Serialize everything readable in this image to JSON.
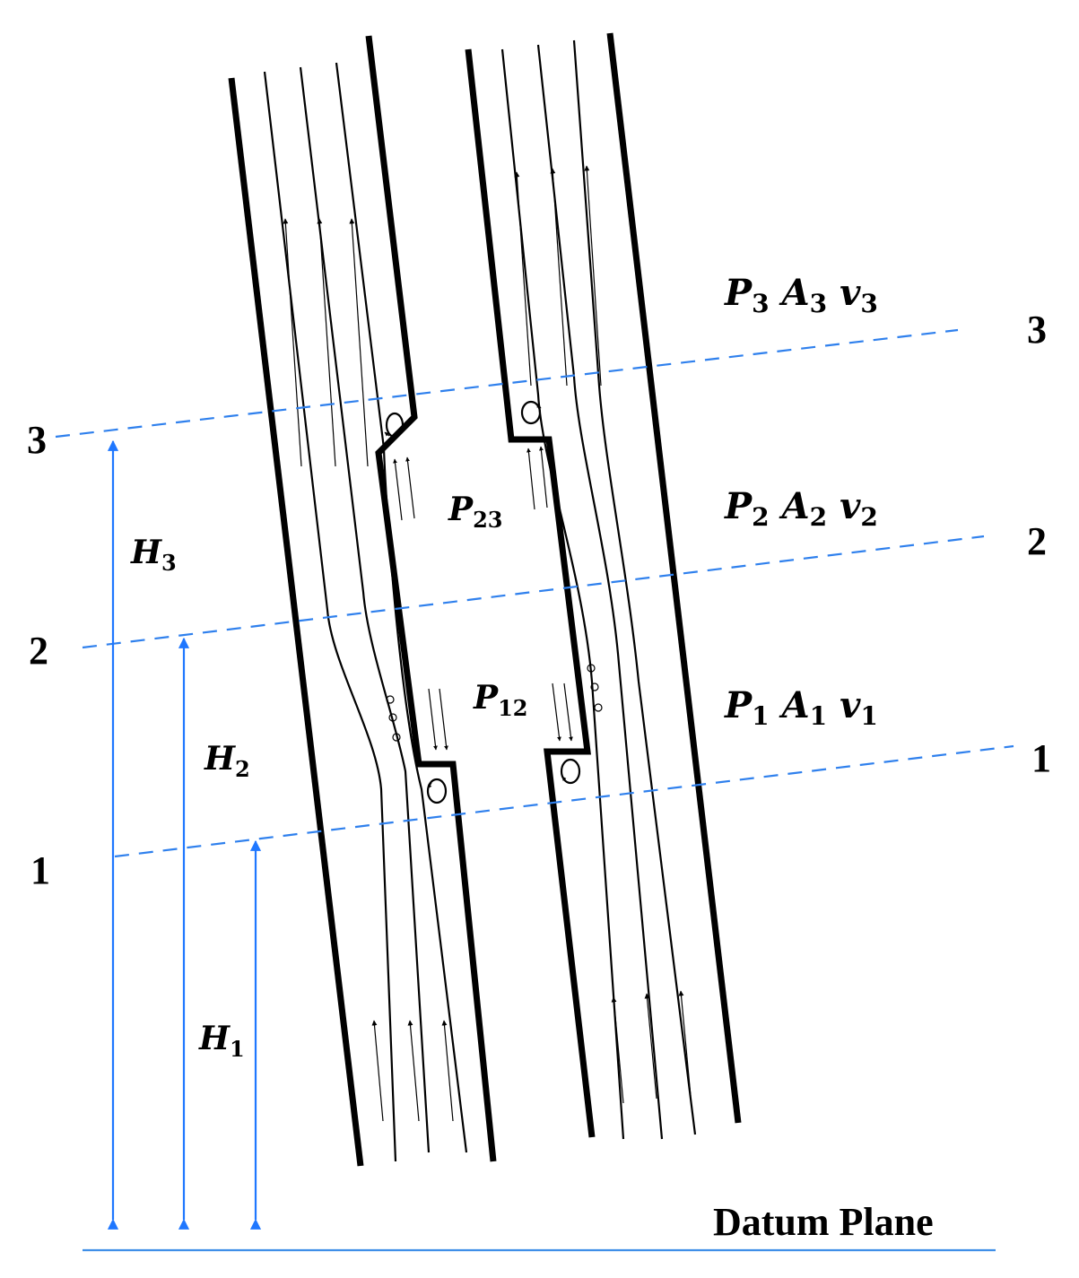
{
  "right_labels": {
    "p3": {
      "P": "P",
      "Ps": "3",
      "A": "A",
      "As": "3",
      "v": "v",
      "vs": "3"
    },
    "p2": {
      "P": "P",
      "Ps": "2",
      "A": "A",
      "As": "2",
      "v": "v",
      "vs": "2"
    },
    "p1": {
      "P": "P",
      "Ps": "1",
      "A": "A",
      "As": "1",
      "v": "v",
      "vs": "1"
    }
  },
  "section_numbers": {
    "right_3": "3",
    "right_2": "2",
    "right_1": "1",
    "left_3": "3",
    "left_2": "2",
    "left_1": "1"
  },
  "heights": {
    "h3": {
      "H": "H",
      "sub": "3"
    },
    "h2": {
      "H": "H",
      "sub": "2"
    },
    "h1": {
      "H": "H",
      "sub": "1"
    }
  },
  "pressures": {
    "p23": {
      "P": "P",
      "sub": "23"
    },
    "p12": {
      "P": "P",
      "sub": "12"
    }
  },
  "datum_label": "Datum Plane",
  "colors": {
    "dash": "#2f80ed",
    "dimension": "#1f77ff",
    "ink": "#000000"
  }
}
